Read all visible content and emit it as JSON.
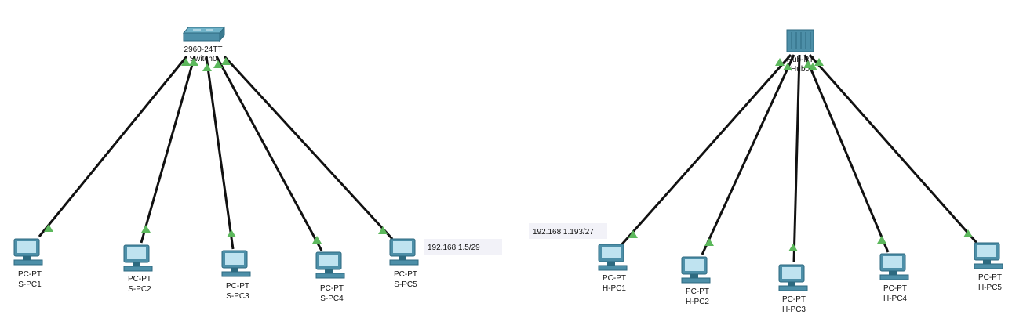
{
  "canvas": {
    "background": "#ffffff"
  },
  "colors": {
    "link": "#111111",
    "link_indicator": "#5cb85c",
    "device_fill": "#4d8fa8",
    "device_dark": "#2d6a80",
    "screen": "#bfe3f0"
  },
  "switch": {
    "model": "2960-24TT",
    "name": "Switch0",
    "icon": "switch-icon"
  },
  "hub": {
    "model": "Hub-PT",
    "name": "Hub0",
    "icon": "hub-icon"
  },
  "switch_pcs": [
    {
      "model": "PC-PT",
      "name": "S-PC1",
      "icon": "pc-icon"
    },
    {
      "model": "PC-PT",
      "name": "S-PC2",
      "icon": "pc-icon"
    },
    {
      "model": "PC-PT",
      "name": "S-PC3",
      "icon": "pc-icon"
    },
    {
      "model": "PC-PT",
      "name": "S-PC4",
      "icon": "pc-icon"
    },
    {
      "model": "PC-PT",
      "name": "S-PC5",
      "icon": "pc-icon"
    }
  ],
  "hub_pcs": [
    {
      "model": "PC-PT",
      "name": "H-PC1",
      "icon": "pc-icon"
    },
    {
      "model": "PC-PT",
      "name": "H-PC2",
      "icon": "pc-icon"
    },
    {
      "model": "PC-PT",
      "name": "H-PC3",
      "icon": "pc-icon"
    },
    {
      "model": "PC-PT",
      "name": "H-PC4",
      "icon": "pc-icon"
    },
    {
      "model": "PC-PT",
      "name": "H-PC5",
      "icon": "pc-icon"
    }
  ],
  "annotations": {
    "switch_ip": "192.168.1.5/29",
    "hub_ip": "192.168.1.193/27"
  }
}
